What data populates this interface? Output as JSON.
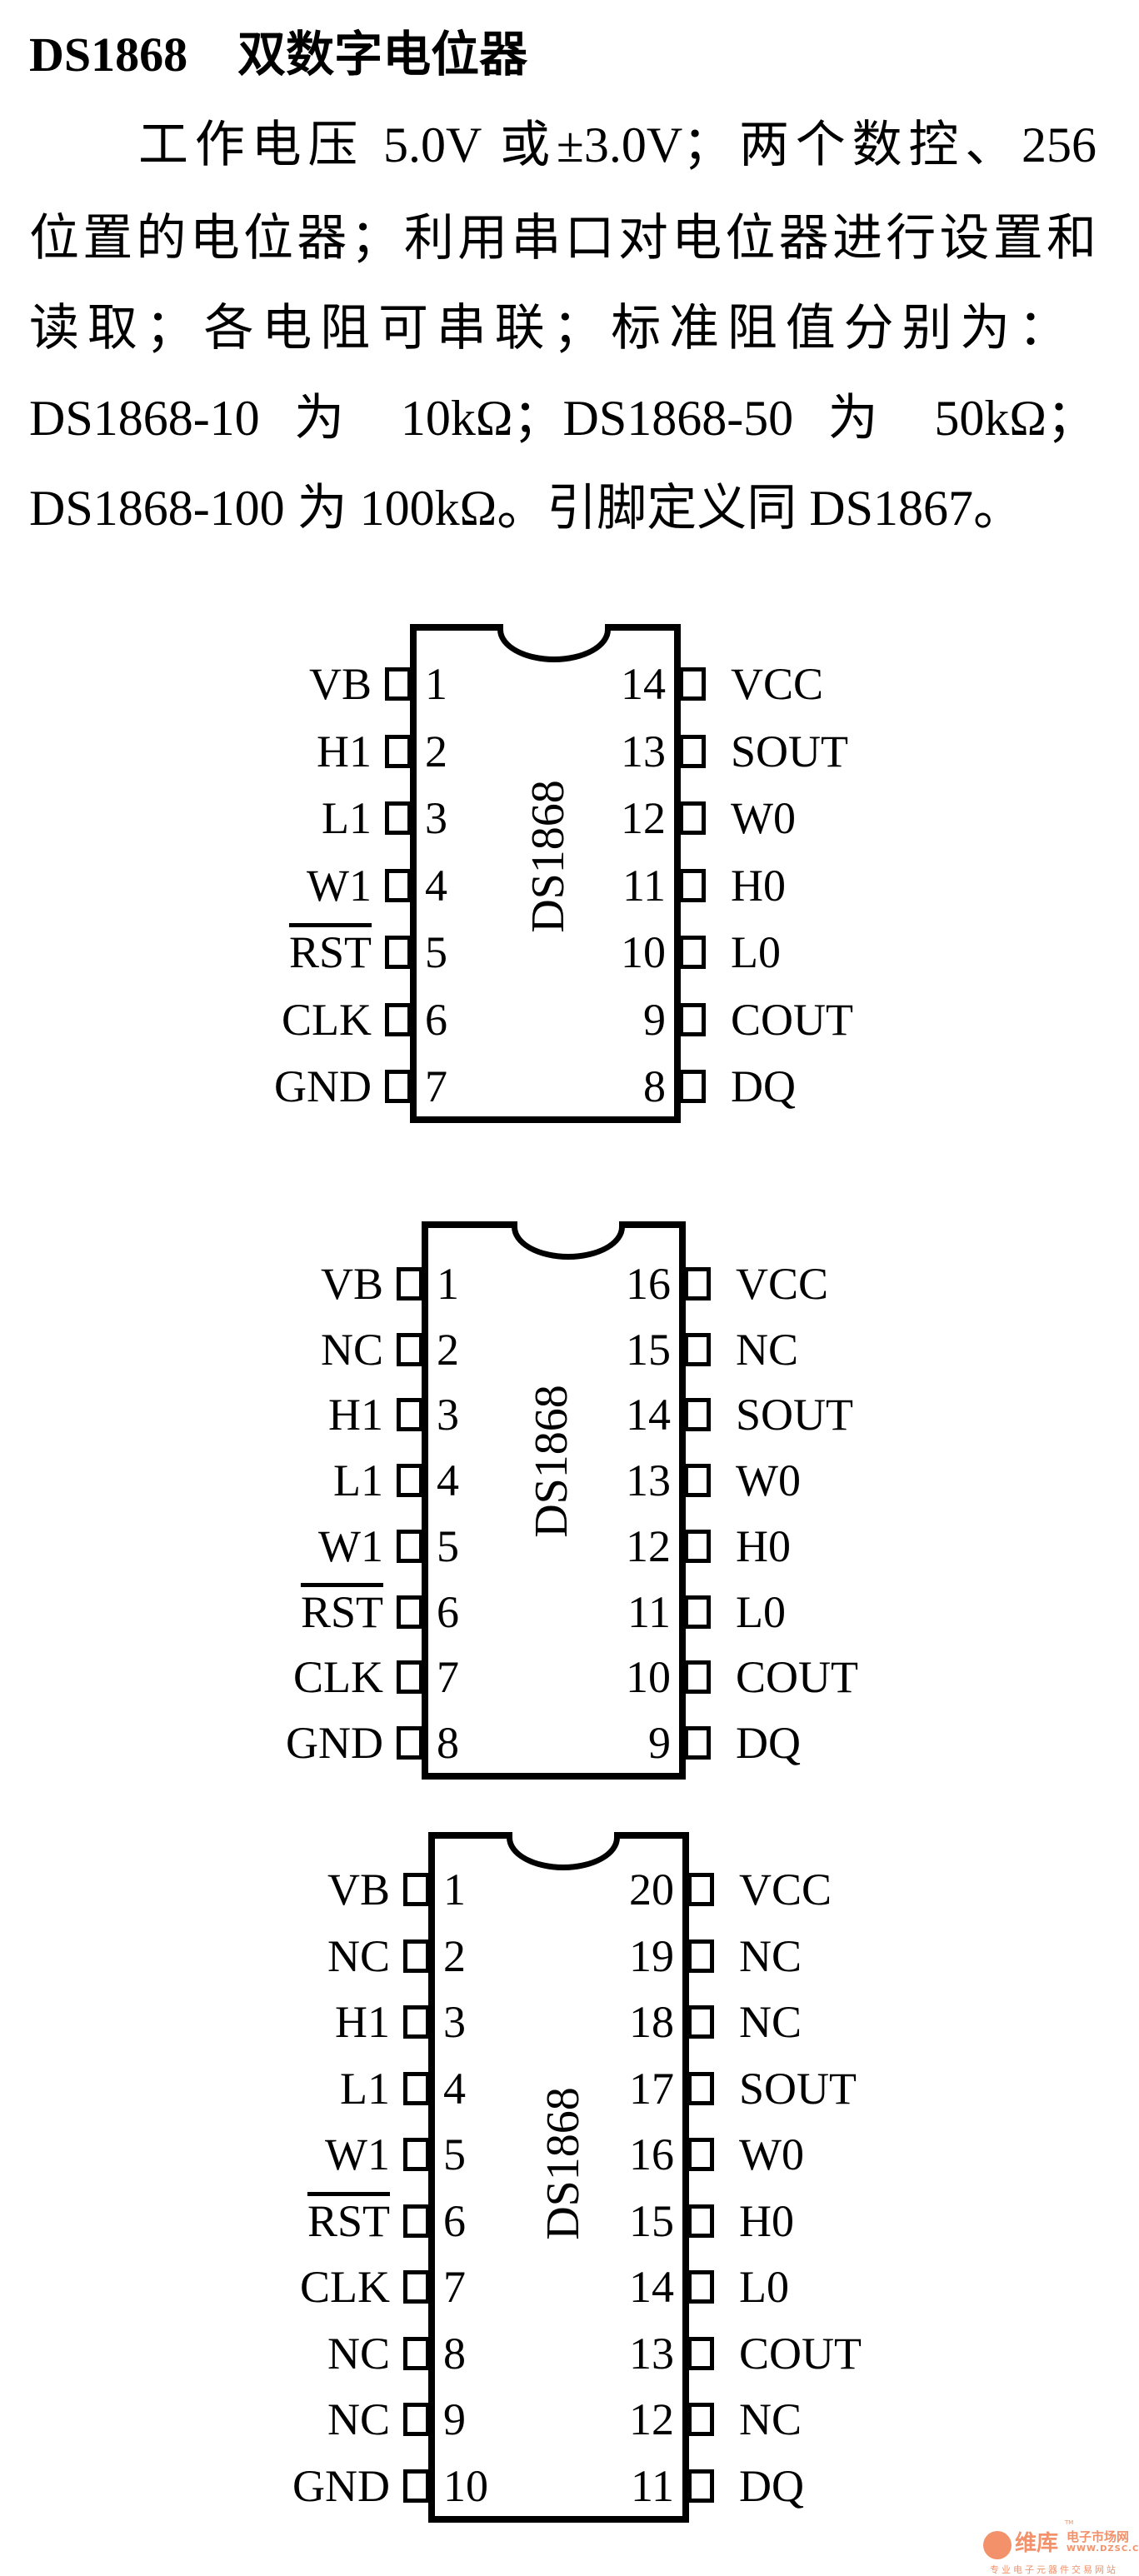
{
  "title": {
    "part_number": "DS1868",
    "name": "双数字电位器"
  },
  "paragraph": [
    "工作电压 5.0V 或±3.0V；两个数控、256",
    "位置的电位器；利用串口对电位器进行设置和",
    "读取；各电阻可串联；标准阻值分别为：",
    "DS1868-10 为 10kΩ；DS1868-50 为 50kΩ；",
    "DS1868-100 为 100kΩ。引脚定义同 DS1867。"
  ],
  "chips": [
    {
      "name": "DS1868",
      "left_pins": [
        {
          "num": "1",
          "label": "VB"
        },
        {
          "num": "2",
          "label": "H1"
        },
        {
          "num": "3",
          "label": "L1"
        },
        {
          "num": "4",
          "label": "W1"
        },
        {
          "num": "5",
          "label": "RST",
          "overline": true
        },
        {
          "num": "6",
          "label": "CLK"
        },
        {
          "num": "7",
          "label": "GND"
        }
      ],
      "right_pins": [
        {
          "num": "14",
          "label": "VCC"
        },
        {
          "num": "13",
          "label": "SOUT"
        },
        {
          "num": "12",
          "label": "W0"
        },
        {
          "num": "11",
          "label": "H0"
        },
        {
          "num": "10",
          "label": "L0"
        },
        {
          "num": "9",
          "label": "COUT"
        },
        {
          "num": "8",
          "label": "DQ"
        }
      ]
    },
    {
      "name": "DS1868",
      "left_pins": [
        {
          "num": "1",
          "label": "VB"
        },
        {
          "num": "2",
          "label": "NC"
        },
        {
          "num": "3",
          "label": "H1"
        },
        {
          "num": "4",
          "label": "L1"
        },
        {
          "num": "5",
          "label": "W1"
        },
        {
          "num": "6",
          "label": "RST",
          "overline": true
        },
        {
          "num": "7",
          "label": "CLK"
        },
        {
          "num": "8",
          "label": "GND"
        }
      ],
      "right_pins": [
        {
          "num": "16",
          "label": "VCC"
        },
        {
          "num": "15",
          "label": "NC"
        },
        {
          "num": "14",
          "label": "SOUT"
        },
        {
          "num": "13",
          "label": "W0"
        },
        {
          "num": "12",
          "label": "H0"
        },
        {
          "num": "11",
          "label": "L0"
        },
        {
          "num": "10",
          "label": "COUT"
        },
        {
          "num": "9",
          "label": "DQ"
        }
      ]
    },
    {
      "name": "DS1868",
      "left_pins": [
        {
          "num": "1",
          "label": "VB"
        },
        {
          "num": "2",
          "label": "NC"
        },
        {
          "num": "3",
          "label": "H1"
        },
        {
          "num": "4",
          "label": "L1"
        },
        {
          "num": "5",
          "label": "W1"
        },
        {
          "num": "6",
          "label": "RST",
          "overline": true
        },
        {
          "num": "7",
          "label": "CLK"
        },
        {
          "num": "8",
          "label": "NC"
        },
        {
          "num": "9",
          "label": "NC"
        },
        {
          "num": "10",
          "label": "GND"
        }
      ],
      "right_pins": [
        {
          "num": "20",
          "label": "VCC"
        },
        {
          "num": "19",
          "label": "NC"
        },
        {
          "num": "18",
          "label": "NC"
        },
        {
          "num": "17",
          "label": "SOUT"
        },
        {
          "num": "16",
          "label": "W0"
        },
        {
          "num": "15",
          "label": "H0"
        },
        {
          "num": "14",
          "label": "L0"
        },
        {
          "num": "13",
          "label": "COUT"
        },
        {
          "num": "12",
          "label": "NC"
        },
        {
          "num": "11",
          "label": "DQ"
        }
      ]
    }
  ],
  "watermark": {
    "brand": "维库",
    "site": "电子市场网",
    "url": "WWW.DZSC.COM",
    "tm": "TM",
    "slogan": "专业电子元器件交易网站",
    "color": "#f2916a"
  }
}
